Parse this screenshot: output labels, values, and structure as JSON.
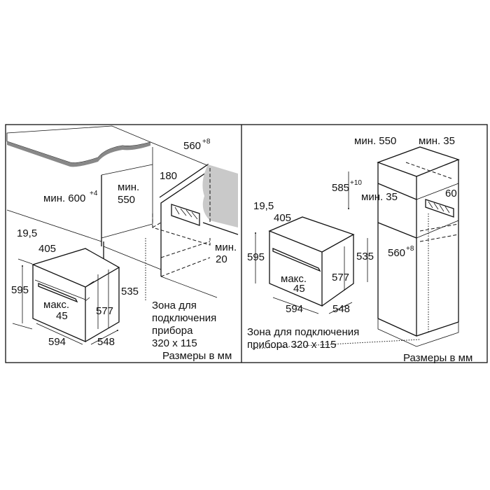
{
  "left_panel": {
    "niche_width": "560",
    "niche_width_tol": "+8",
    "min_height_label": "мин. 600",
    "min_height_tol": "+4",
    "min_depth_label": "мин.",
    "min_depth_value": "550",
    "vent_depth": "180",
    "min_gap_label": "мин.",
    "min_gap_value": "20",
    "oven": {
      "front_offset": "19,5",
      "top_depth": "405",
      "height": "595",
      "body_height": "535",
      "max_label": "макс.",
      "max_value": "45",
      "inner_height": "577",
      "width": "594",
      "depth": "548"
    },
    "connection_zone": [
      "Зона для",
      "подключения",
      "прибора",
      "320 x 115"
    ],
    "units_note": "Размеры в мм"
  },
  "right_panel": {
    "min_depth": "мин. 550",
    "min_side": "мин. 35",
    "niche_height": "585",
    "niche_height_tol": "+10",
    "min_gap": "мин. 35",
    "vent": "60",
    "niche_width": "560",
    "niche_width_tol": "+8",
    "oven": {
      "front_offset": "19,5",
      "top_depth": "405",
      "height": "595",
      "body_height": "535",
      "max_label": "макс.",
      "max_value": "45",
      "inner_height": "577",
      "width": "594",
      "depth": "548"
    },
    "connection_zone": [
      "Зона для подключения",
      "прибора 320 x 115"
    ],
    "units_note": "Размеры в мм"
  }
}
